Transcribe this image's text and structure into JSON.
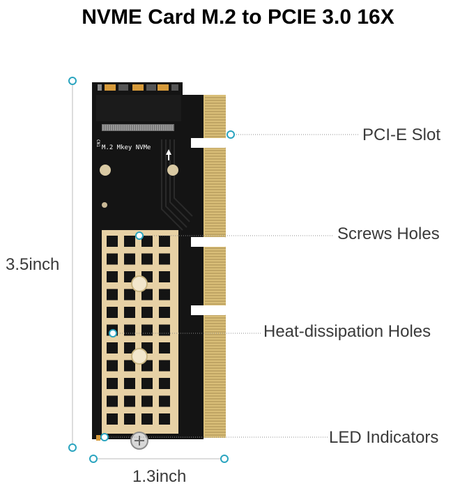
{
  "title": "NVME Card M.2 to PCIE 3.0 16X",
  "dimensions": {
    "height": "3.5inch",
    "width": "1.3inch"
  },
  "board": {
    "m2_text": "M.2 Mkey NVMe",
    "connector_text": "CN1"
  },
  "callouts": {
    "pcie_slot": "PCI-E Slot",
    "screw_holes": "Screws Holes",
    "heat_holes": "Heat-dissipation Holes",
    "led": "LED Indicators"
  },
  "colors": {
    "pcb": "#141414",
    "gold": "#e7d1a5",
    "finger": "#d9be78",
    "accent": "#2aa4bf"
  }
}
